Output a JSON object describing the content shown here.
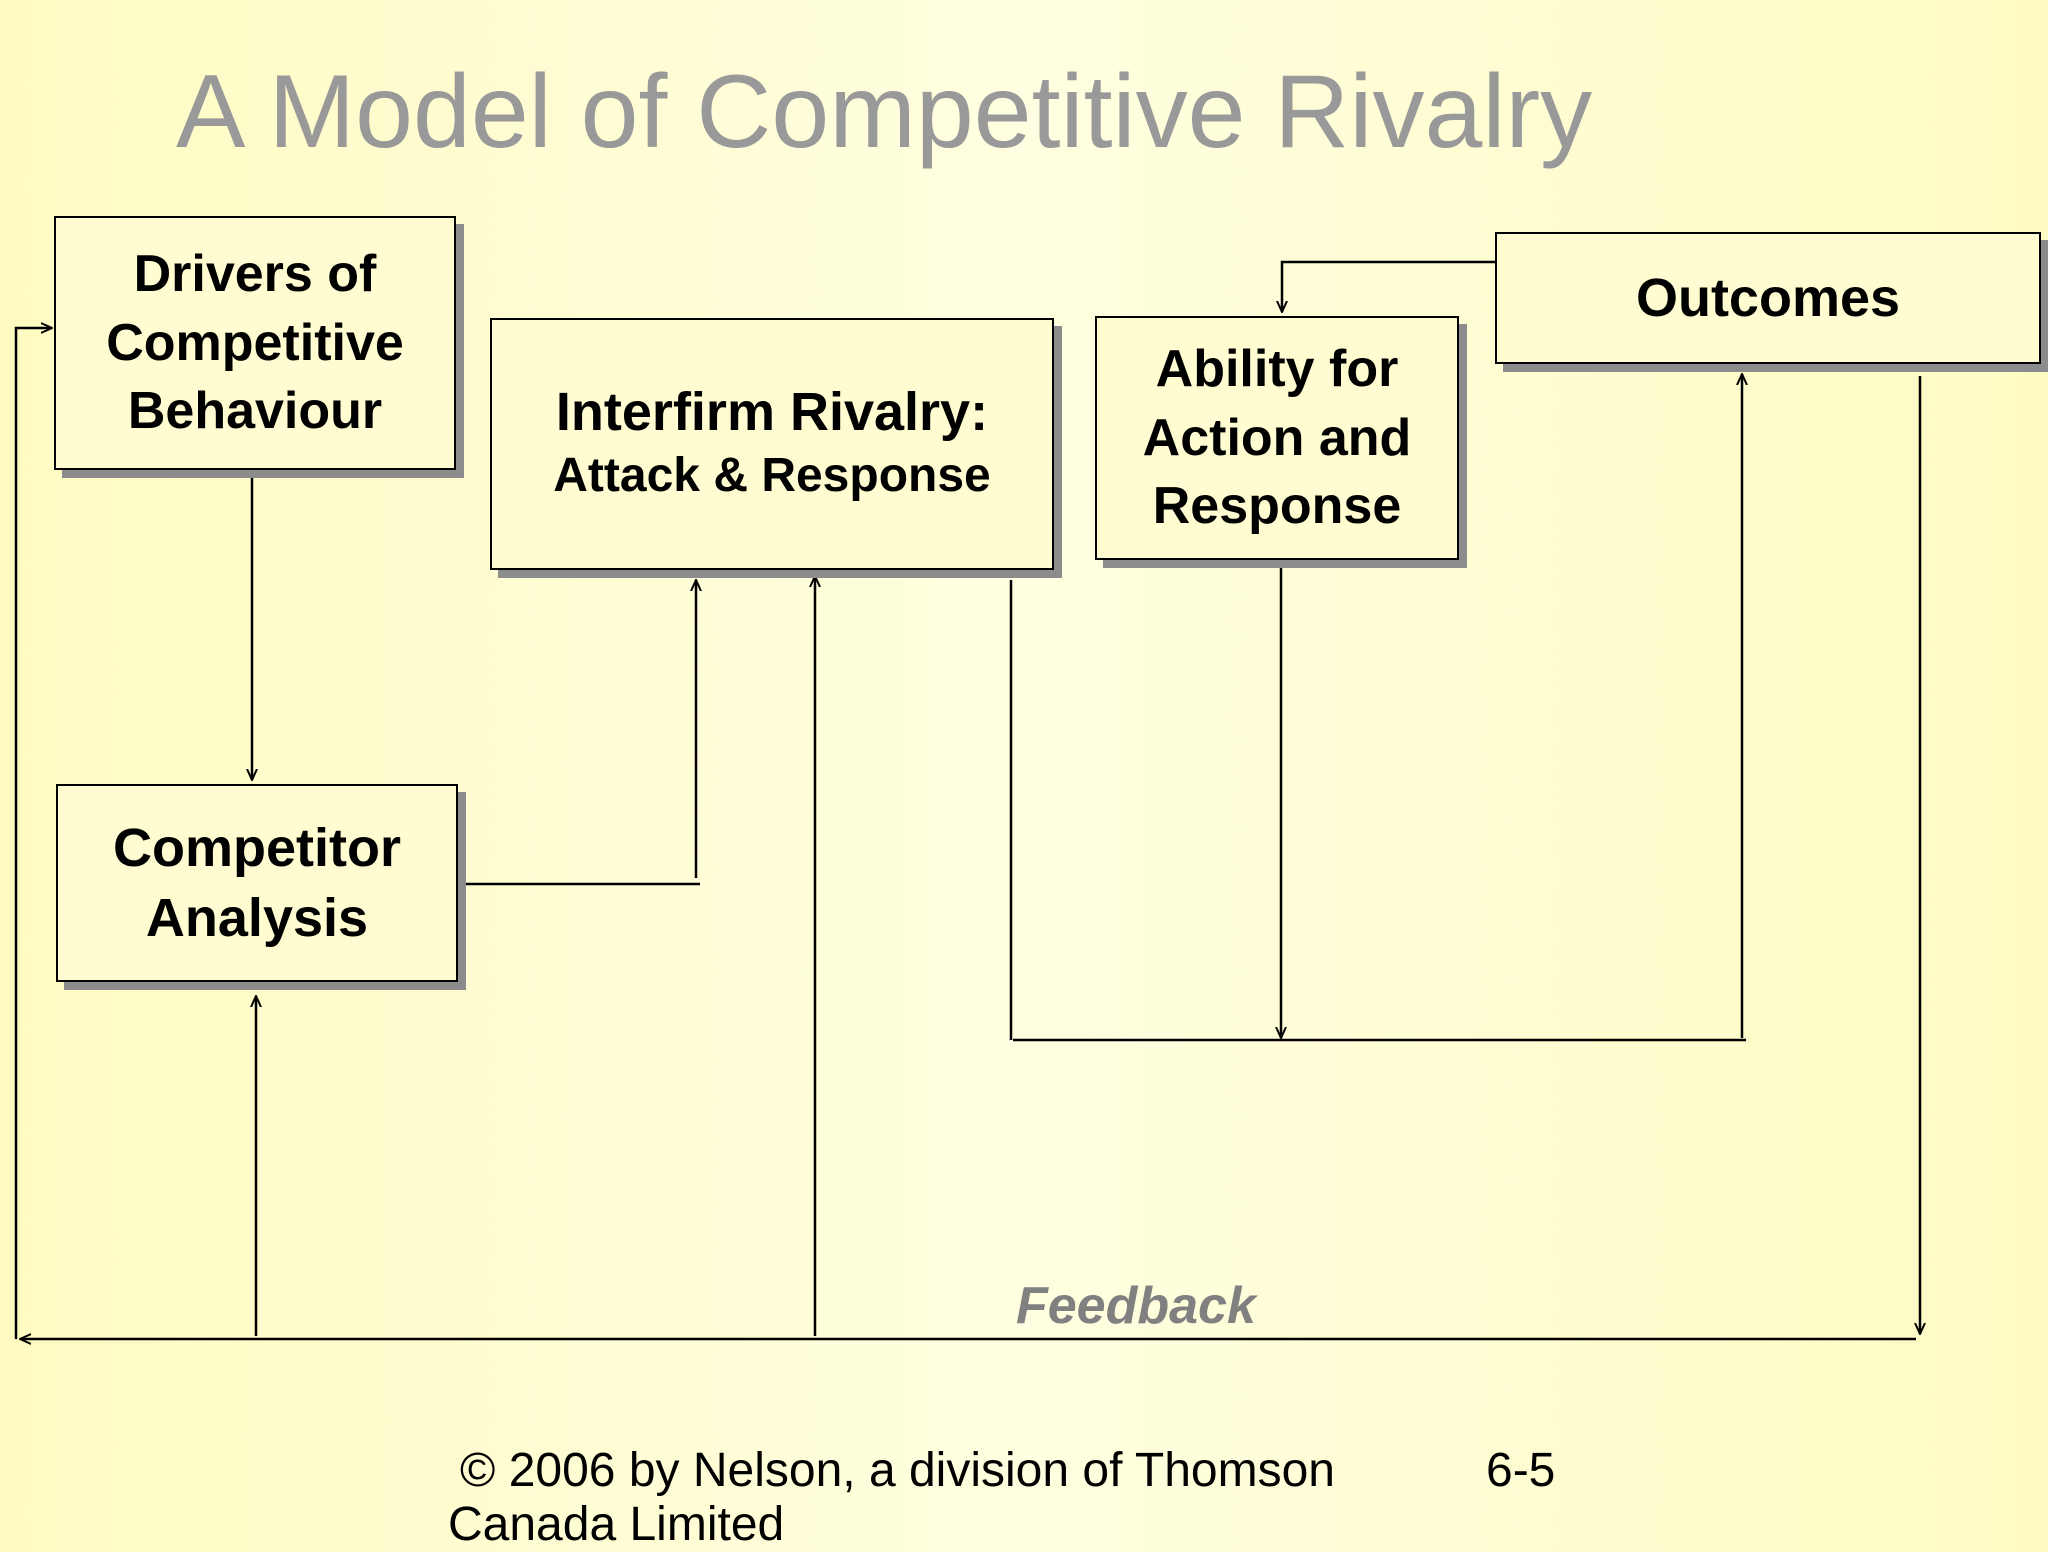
{
  "slide": {
    "title": "A Model of Competitive Rivalry"
  },
  "boxes": {
    "drivers": [
      "Drivers of",
      "Competitive",
      "Behaviour"
    ],
    "rivalry": [
      "Interfirm Rivalry:",
      "Attack & Response"
    ],
    "ability": [
      "Ability for",
      "Action and",
      "Response"
    ],
    "outcomes": [
      "Outcomes"
    ],
    "competitor": [
      "Competitor",
      "Analysis"
    ]
  },
  "feedback_label": "Feedback",
  "footer": {
    "copyright_lines": [
      "© 2006 by Nelson, a division of Thomson",
      "Canada Limited"
    ],
    "slide_number": "6-5"
  },
  "colors": {
    "background": "#fefbc2",
    "box_fill": "#fefcd0",
    "box_shadow": "#8c8c8c",
    "title": "#999999",
    "feedback": "#808080"
  }
}
